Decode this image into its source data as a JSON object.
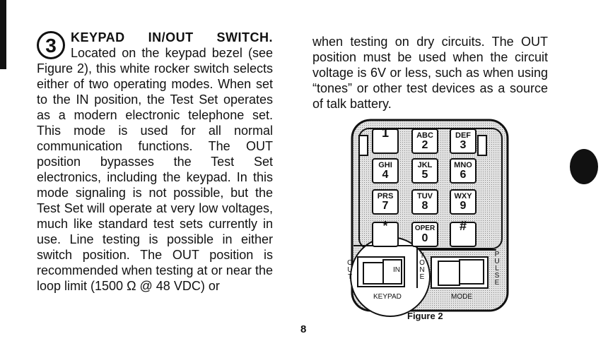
{
  "section": {
    "number": "3",
    "heading": "KEYPAD IN/OUT SWITCH.",
    "left_text": "Located on the keypad bezel (see Figure 2), this white rocker switch selects either of two operating modes. When set to the IN position, the Test Set operates as a modern electronic telephone set. This mode is used for all normal communication functions. The OUT position bypasses the Test Set electronics, including the keypad. In this mode signaling is not possible, but the Test Set will operate at very low voltages, much like standard test sets currently in use. Line testing is possible in either switch position. The OUT position is recommended when testing at or near the loop limit (1500 Ω @ 48 VDC) or",
    "right_text": "when testing on dry circuits. The OUT position must be used when the circuit voltage is 6V or less, such as when using “tones” or other test devices as a source of talk battery."
  },
  "figure": {
    "caption": "Figure 2",
    "keys": [
      {
        "letters": "",
        "digit": "1"
      },
      {
        "letters": "ABC",
        "digit": "2"
      },
      {
        "letters": "DEF",
        "digit": "3"
      },
      {
        "letters": "GHI",
        "digit": "4"
      },
      {
        "letters": "JKL",
        "digit": "5"
      },
      {
        "letters": "MNO",
        "digit": "6"
      },
      {
        "letters": "PRS",
        "digit": "7"
      },
      {
        "letters": "TUV",
        "digit": "8"
      },
      {
        "letters": "WXY",
        "digit": "9"
      },
      {
        "letters": "",
        "digit": "*"
      },
      {
        "letters": "OPER",
        "digit": "0"
      },
      {
        "letters": "",
        "digit": "#"
      }
    ],
    "labels": {
      "out": "OUT",
      "in": "IN",
      "tone": "TONE",
      "pulse": "PULSE",
      "keypad": "KEYPAD",
      "mode": "MODE"
    }
  },
  "page_number": "8"
}
